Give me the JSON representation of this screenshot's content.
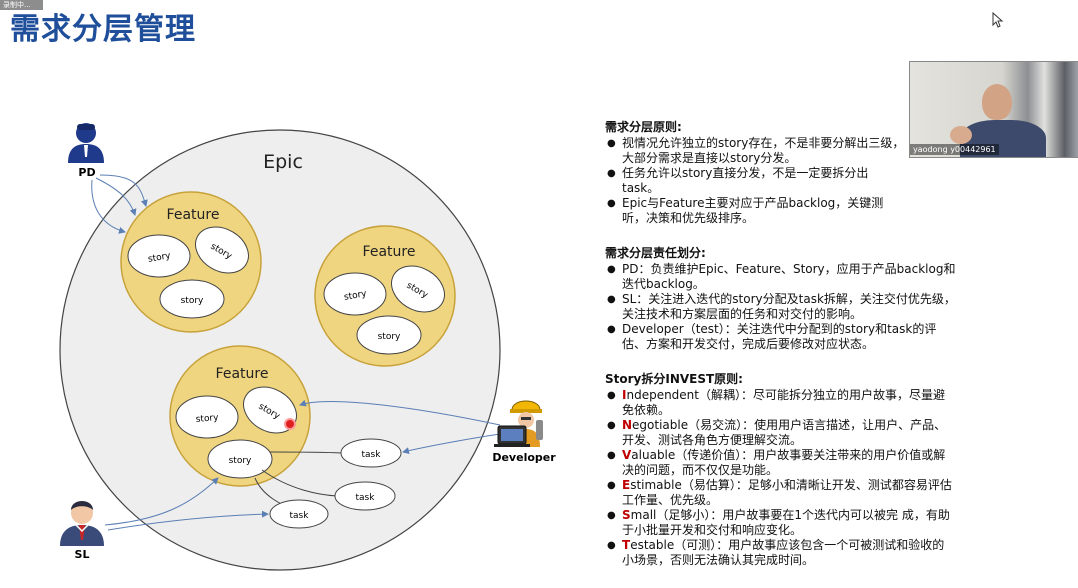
{
  "slide": {
    "title": "需求分层管理",
    "recording_badge": "录制中..."
  },
  "diagram": {
    "epic_label": "Epic",
    "features": [
      {
        "label": "Feature",
        "stories": [
          "story",
          "story",
          "story"
        ]
      },
      {
        "label": "Feature",
        "stories": [
          "story",
          "story",
          "story"
        ]
      },
      {
        "label": "Feature",
        "stories": [
          "story",
          "story",
          "story"
        ]
      }
    ],
    "tasks": [
      "task",
      "task",
      "task"
    ],
    "roles": {
      "pd": "PD",
      "sl": "SL",
      "developer": "Developer"
    }
  },
  "video": {
    "participant_name": "yaodong y00442961"
  },
  "principles": {
    "title": "需求分层原则:",
    "items": [
      "视情况允许独立的story存在，不是非要分解出三级，大部分需求是直接以story分发。",
      "任务允许以story直接分发，不是一定要拆分出task。",
      "Epic与Feature主要对应于产品backlog，关键测听，决策和优先级排序。"
    ]
  },
  "responsibility": {
    "title": "需求分层责任划分:",
    "items": [
      "PD：负责维护Epic、Feature、Story，应用于产品backlog和迭代backlog。",
      "SL：关注进入迭代的story分配及task拆解，关注交付优先级，关注技术和方案层面的任务和对交付的影响。",
      "Developer（test）：关注迭代中分配到的story和task的评估、方案和开发交付，完成后要修改对应状态。"
    ]
  },
  "invest": {
    "title": "Story拆分INVEST原则:",
    "items": [
      {
        "letter": "I",
        "rest": "ndependent（解耦）：尽可能拆分独立的用户故事，尽量避免依赖。"
      },
      {
        "letter": "N",
        "rest": "egotiable（易交流）：使用用户语言描述，让用户、产品、开发、测试各角色方便理解交流。"
      },
      {
        "letter": "V",
        "rest": "aluable（传递价值）：用户故事要关注带来的用户价值或解决的问题，而不仅仅是功能。"
      },
      {
        "letter": "E",
        "rest": "stimable（易估算）：足够小和清晰让开发、测试都容易评估工作量、优先级。"
      },
      {
        "letter": "S",
        "rest": "mall（足够小）：用户故事要在1个迭代内可以被完 成，有助于小批量开发和交付和响应变化。"
      },
      {
        "letter": "T",
        "rest": "estable（可测）：用户故事应该包含一个可被测试和验收的小场景，否则无法确认其完成时间。"
      }
    ]
  },
  "colors": {
    "title": "#1f4e9a",
    "epic_fill": "#eeeeee",
    "feature_fill": "#f0d580",
    "feature_stroke": "#c7a23b",
    "arrow": "#5b7fb5",
    "invest_letter": "#c00000"
  }
}
